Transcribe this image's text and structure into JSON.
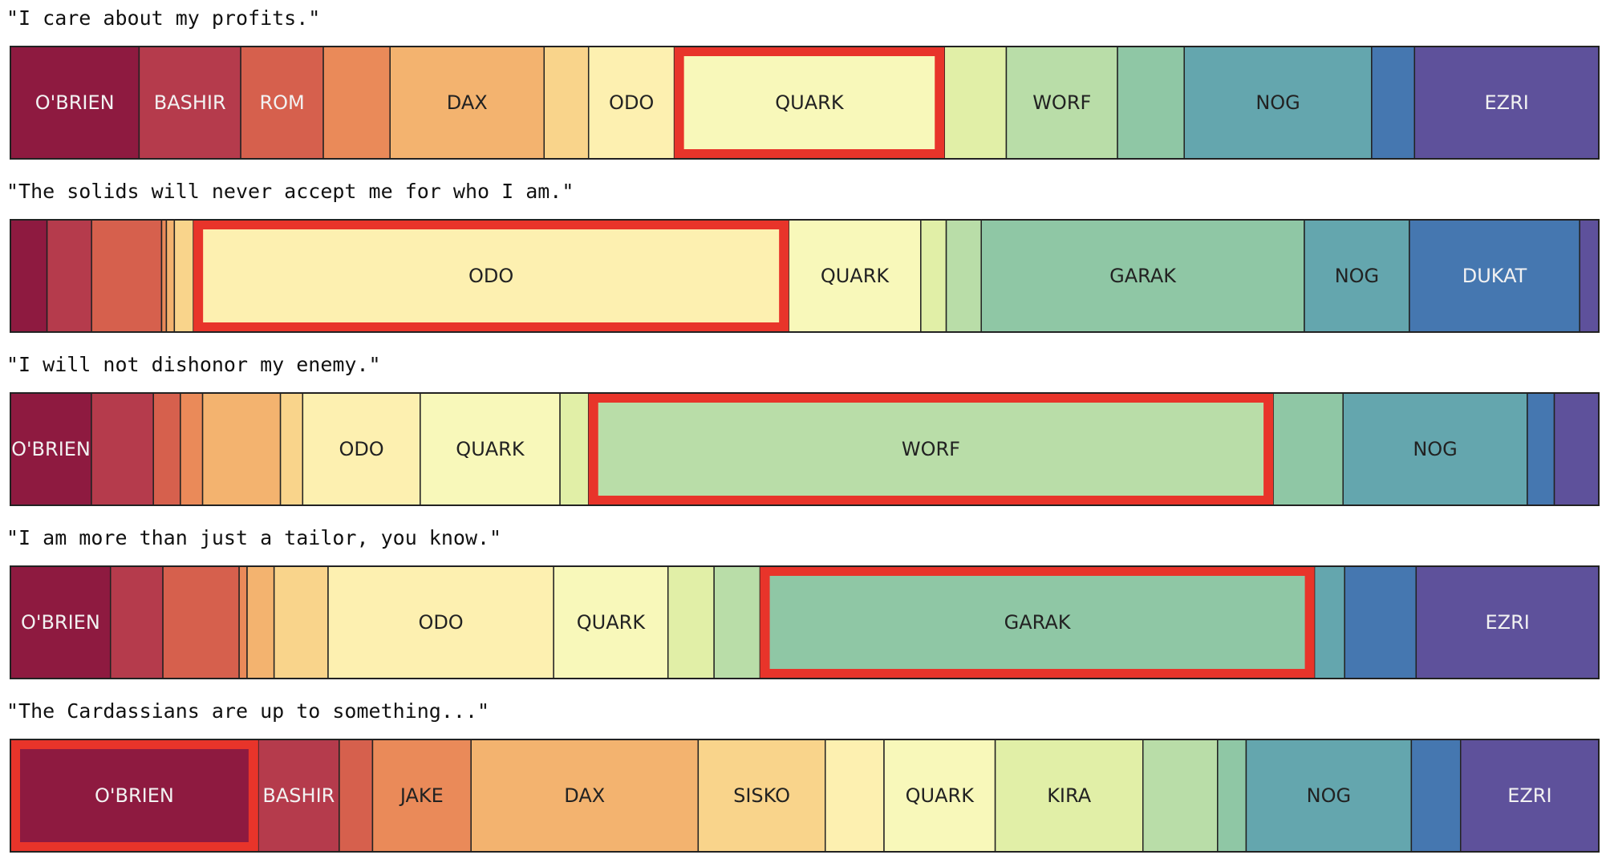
{
  "chart_data": {
    "type": "stacked-bar",
    "description_note": "",
    "rows": [
      {
        "quote": "\"I care about my profits.\"",
        "highlight": "QUARK",
        "segments": [
          {
            "label": "O'BRIEN",
            "value": 0.081,
            "color": "#8e1a40"
          },
          {
            "label": "BASHIR",
            "value": 0.064,
            "color": "#b53b4c"
          },
          {
            "label": "ROM",
            "value": 0.052,
            "color": "#d6604d"
          },
          {
            "label": "",
            "value": 0.042,
            "color": "#ea8a59"
          },
          {
            "label": "DAX",
            "value": 0.097,
            "color": "#f3b36f"
          },
          {
            "label": "",
            "value": 0.028,
            "color": "#f9d48b"
          },
          {
            "label": "ODO",
            "value": 0.054,
            "color": "#fdf0b0"
          },
          {
            "label": "QUARK",
            "value": 0.17,
            "color": "#f8f8ba"
          },
          {
            "label": "",
            "value": 0.039,
            "color": "#e1efa7"
          },
          {
            "label": "WORF",
            "value": 0.07,
            "color": "#b9dda8"
          },
          {
            "label": "",
            "value": 0.042,
            "color": "#8fc7a5"
          },
          {
            "label": "NOG",
            "value": 0.118,
            "color": "#64a6ae"
          },
          {
            "label": "",
            "value": 0.027,
            "color": "#4577b0"
          },
          {
            "label": "EZRI",
            "value": 0.116,
            "color": "#5e519b"
          }
        ]
      },
      {
        "quote": "\"The solids will never accept me for who I am.\"",
        "highlight": "ODO",
        "segments": [
          {
            "label": "",
            "value": 0.023,
            "color": "#8e1a40"
          },
          {
            "label": "",
            "value": 0.028,
            "color": "#b53b4c"
          },
          {
            "label": "",
            "value": 0.044,
            "color": "#d6604d"
          },
          {
            "label": "",
            "value": 0.003,
            "color": "#ea8a59"
          },
          {
            "label": "",
            "value": 0.005,
            "color": "#f3b36f"
          },
          {
            "label": "",
            "value": 0.012,
            "color": "#f9d48b"
          },
          {
            "label": "ODO",
            "value": 0.374,
            "color": "#fdf0b0"
          },
          {
            "label": "QUARK",
            "value": 0.083,
            "color": "#f8f8ba"
          },
          {
            "label": "",
            "value": 0.016,
            "color": "#e1efa7"
          },
          {
            "label": "",
            "value": 0.022,
            "color": "#b9dda8"
          },
          {
            "label": "GARAK",
            "value": 0.203,
            "color": "#8fc7a5"
          },
          {
            "label": "NOG",
            "value": 0.066,
            "color": "#64a6ae"
          },
          {
            "label": "DUKAT",
            "value": 0.107,
            "color": "#4577b0"
          },
          {
            "label": "",
            "value": 0.012,
            "color": "#5e519b"
          }
        ]
      },
      {
        "quote": "\"I will not dishonor my enemy.\"",
        "highlight": "WORF",
        "segments": [
          {
            "label": "O'BRIEN",
            "value": 0.051,
            "color": "#8e1a40"
          },
          {
            "label": "",
            "value": 0.039,
            "color": "#b53b4c"
          },
          {
            "label": "",
            "value": 0.017,
            "color": "#d6604d"
          },
          {
            "label": "",
            "value": 0.014,
            "color": "#ea8a59"
          },
          {
            "label": "",
            "value": 0.049,
            "color": "#f3b36f"
          },
          {
            "label": "",
            "value": 0.014,
            "color": "#f9d48b"
          },
          {
            "label": "ODO",
            "value": 0.074,
            "color": "#fdf0b0"
          },
          {
            "label": "QUARK",
            "value": 0.088,
            "color": "#f8f8ba"
          },
          {
            "label": "",
            "value": 0.018,
            "color": "#e1efa7"
          },
          {
            "label": "WORF",
            "value": 0.431,
            "color": "#b9dda8"
          },
          {
            "label": "",
            "value": 0.044,
            "color": "#8fc7a5"
          },
          {
            "label": "NOG",
            "value": 0.116,
            "color": "#64a6ae"
          },
          {
            "label": "",
            "value": 0.017,
            "color": "#4577b0"
          },
          {
            "label": "",
            "value": 0.028,
            "color": "#5e519b"
          }
        ]
      },
      {
        "quote": "\"I am more than just a tailor, you know.\"",
        "highlight": "GARAK",
        "segments": [
          {
            "label": "O'BRIEN",
            "value": 0.063,
            "color": "#8e1a40"
          },
          {
            "label": "",
            "value": 0.033,
            "color": "#b53b4c"
          },
          {
            "label": "",
            "value": 0.048,
            "color": "#d6604d"
          },
          {
            "label": "",
            "value": 0.005,
            "color": "#ea8a59"
          },
          {
            "label": "",
            "value": 0.017,
            "color": "#f3b36f"
          },
          {
            "label": "",
            "value": 0.034,
            "color": "#f9d48b"
          },
          {
            "label": "ODO",
            "value": 0.142,
            "color": "#fdf0b0"
          },
          {
            "label": "QUARK",
            "value": 0.072,
            "color": "#f8f8ba"
          },
          {
            "label": "",
            "value": 0.029,
            "color": "#e1efa7"
          },
          {
            "label": "",
            "value": 0.029,
            "color": "#b9dda8"
          },
          {
            "label": "GARAK",
            "value": 0.349,
            "color": "#8fc7a5"
          },
          {
            "label": "",
            "value": 0.019,
            "color": "#64a6ae"
          },
          {
            "label": "",
            "value": 0.045,
            "color": "#4577b0"
          },
          {
            "label": "EZRI",
            "value": 0.115,
            "color": "#5e519b"
          }
        ]
      },
      {
        "quote": "\"The Cardassians are up to something...\"",
        "highlight": "O'BRIEN",
        "segments": [
          {
            "label": "O'BRIEN",
            "value": 0.156,
            "color": "#8e1a40"
          },
          {
            "label": "BASHIR",
            "value": 0.051,
            "color": "#b53b4c"
          },
          {
            "label": "",
            "value": 0.021,
            "color": "#d6604d"
          },
          {
            "label": "JAKE",
            "value": 0.062,
            "color": "#ea8a59"
          },
          {
            "label": "DAX",
            "value": 0.143,
            "color": "#f3b36f"
          },
          {
            "label": "SISKO",
            "value": 0.08,
            "color": "#f9d48b"
          },
          {
            "label": "",
            "value": 0.037,
            "color": "#fdf0b0"
          },
          {
            "label": "QUARK",
            "value": 0.07,
            "color": "#f8f8ba"
          },
          {
            "label": "KIRA",
            "value": 0.093,
            "color": "#e1efa7"
          },
          {
            "label": "",
            "value": 0.047,
            "color": "#b9dda8"
          },
          {
            "label": "",
            "value": 0.018,
            "color": "#8fc7a5"
          },
          {
            "label": "NOG",
            "value": 0.104,
            "color": "#64a6ae"
          },
          {
            "label": "",
            "value": 0.031,
            "color": "#4577b0"
          },
          {
            "label": "EZRI",
            "value": 0.087,
            "color": "#5e519b"
          }
        ]
      }
    ]
  },
  "colors": {
    "highlight_border": "#e8342a",
    "light_text": "#f2f2f2",
    "dark_text": "#222222"
  }
}
